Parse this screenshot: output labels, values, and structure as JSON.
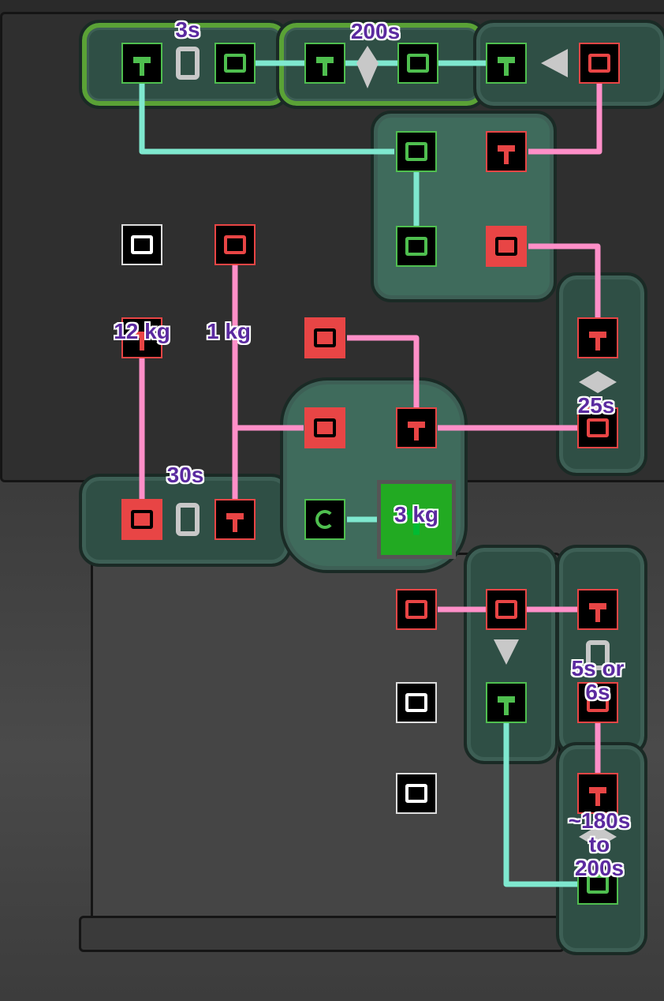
{
  "labels": {
    "timer_top_left": "3s",
    "timer_top_mid": "200s",
    "mass_left": "12 kg",
    "mass_mid": "1 kg",
    "timer_right": "25s",
    "timer_left_bottom": "30s",
    "mass_center": "3 kg",
    "timer_lower_right": "5s or 6s",
    "timer_bottom_right": "~180s to 200s"
  },
  "signal_colors": {
    "active": "#4fbf4f",
    "standby": "#e84545",
    "unconnected": "#ffffff",
    "wire_active": "#7fe8cf",
    "wire_standby": "#ff8fc8"
  },
  "ports": [
    {
      "id": "p1",
      "state": "green",
      "icon": "output-port-icon"
    },
    {
      "id": "p2",
      "state": "green",
      "icon": "input-port-icon"
    },
    {
      "id": "p3",
      "state": "green",
      "icon": "output-port-icon"
    },
    {
      "id": "p4",
      "state": "green",
      "icon": "input-port-icon"
    },
    {
      "id": "p5",
      "state": "green",
      "icon": "output-port-icon"
    },
    {
      "id": "p6",
      "state": "red",
      "icon": "input-port-icon"
    },
    {
      "id": "p7",
      "state": "green",
      "icon": "input-port-icon"
    },
    {
      "id": "p8",
      "state": "red",
      "icon": "output-port-icon"
    },
    {
      "id": "p9",
      "state": "green",
      "icon": "input-port-icon"
    },
    {
      "id": "p10",
      "state": "red",
      "icon": "input-port-icon"
    },
    {
      "id": "p11",
      "state": "white",
      "icon": "input-port-icon"
    },
    {
      "id": "p12",
      "state": "red",
      "icon": "input-port-icon"
    },
    {
      "id": "p13",
      "state": "red",
      "icon": "input-port-icon"
    },
    {
      "id": "p14",
      "state": "red",
      "icon": "output-port-icon"
    },
    {
      "id": "p15",
      "state": "red",
      "icon": "output-port-icon"
    },
    {
      "id": "p16",
      "state": "red",
      "icon": "input-port-icon"
    },
    {
      "id": "p17",
      "state": "red",
      "icon": "output-port-icon"
    },
    {
      "id": "p18",
      "state": "red",
      "icon": "input-port-icon"
    },
    {
      "id": "p19",
      "state": "red",
      "icon": "input-port-icon"
    },
    {
      "id": "p20",
      "state": "red",
      "icon": "output-port-icon"
    },
    {
      "id": "p21",
      "state": "green",
      "icon": "reset-port-icon"
    },
    {
      "id": "p22",
      "state": "green",
      "icon": "output-port-icon"
    },
    {
      "id": "p23",
      "state": "red",
      "icon": "input-port-icon"
    },
    {
      "id": "p24",
      "state": "red",
      "icon": "input-port-icon"
    },
    {
      "id": "p25",
      "state": "red",
      "icon": "output-port-icon"
    },
    {
      "id": "p26",
      "state": "green",
      "icon": "output-port-icon"
    },
    {
      "id": "p27",
      "state": "red",
      "icon": "input-port-icon"
    },
    {
      "id": "p28",
      "state": "white",
      "icon": "input-port-icon"
    },
    {
      "id": "p29",
      "state": "white",
      "icon": "input-port-icon"
    },
    {
      "id": "p30",
      "state": "red",
      "icon": "output-port-icon"
    },
    {
      "id": "p31",
      "state": "green",
      "icon": "input-port-icon"
    }
  ]
}
